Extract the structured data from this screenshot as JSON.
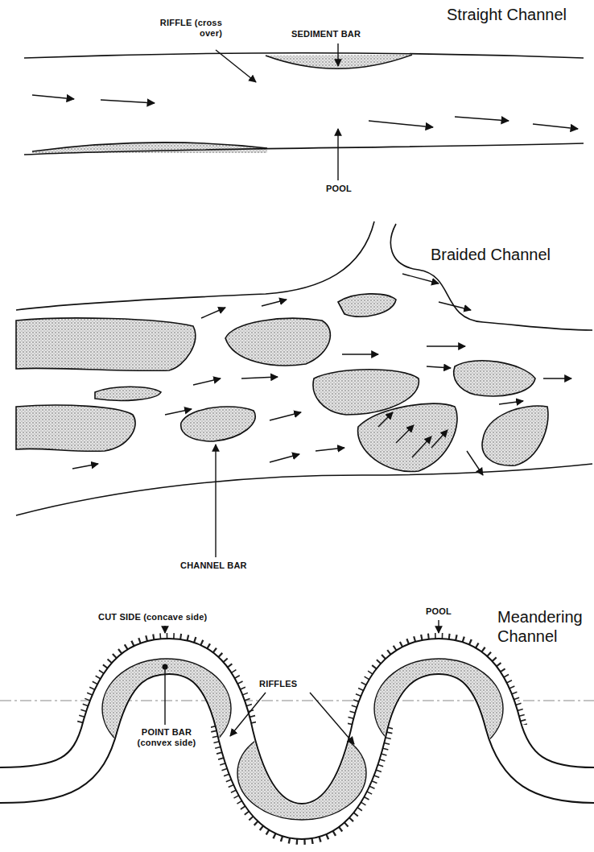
{
  "diagram": {
    "labels": [
      "Straight Channel",
      "RIFFLE (cross over)",
      "SEDIMENT BAR",
      "POOL",
      "Braided Channel",
      "CHANNEL BAR",
      "CUT SIDE (concave side)",
      "POOL",
      "Meandering Channel",
      "RIFFLES",
      "POINT BAR (convex side)"
    ]
  }
}
